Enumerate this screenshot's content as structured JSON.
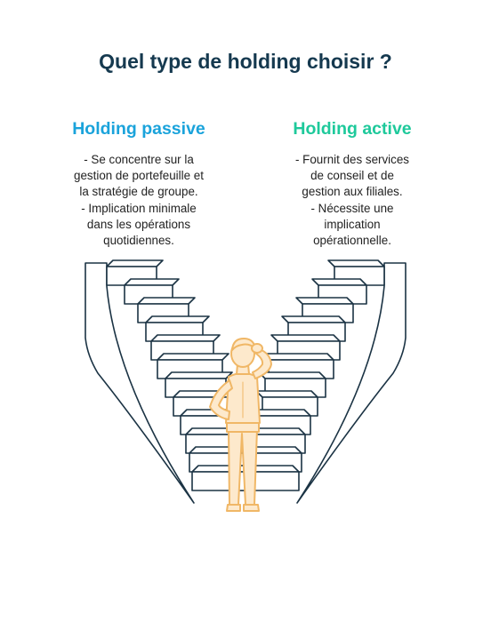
{
  "title": "Quel type de holding choisir ?",
  "colors": {
    "title": "#15394f",
    "passive": "#1aa3db",
    "active": "#1ec99b",
    "line": "#1b3344",
    "person_fill": "#fde9cc",
    "person_stroke": "#f0b766"
  },
  "passive": {
    "heading": "Holding passive",
    "lines": [
      "- Se concentre sur la",
      "gestion de portefeuille et",
      "la stratégie de groupe.",
      "- Implication minimale",
      "dans les opérations",
      "quotidiennes."
    ]
  },
  "active": {
    "heading": "Holding active",
    "lines": [
      "- Fournit des services",
      "de conseil et de",
      "gestion aux filiales.",
      "- Nécessite une",
      "implication",
      "opérationnelle."
    ]
  },
  "illustration": {
    "icons": [
      "left-staircase",
      "right-staircase",
      "thinking-person"
    ]
  }
}
